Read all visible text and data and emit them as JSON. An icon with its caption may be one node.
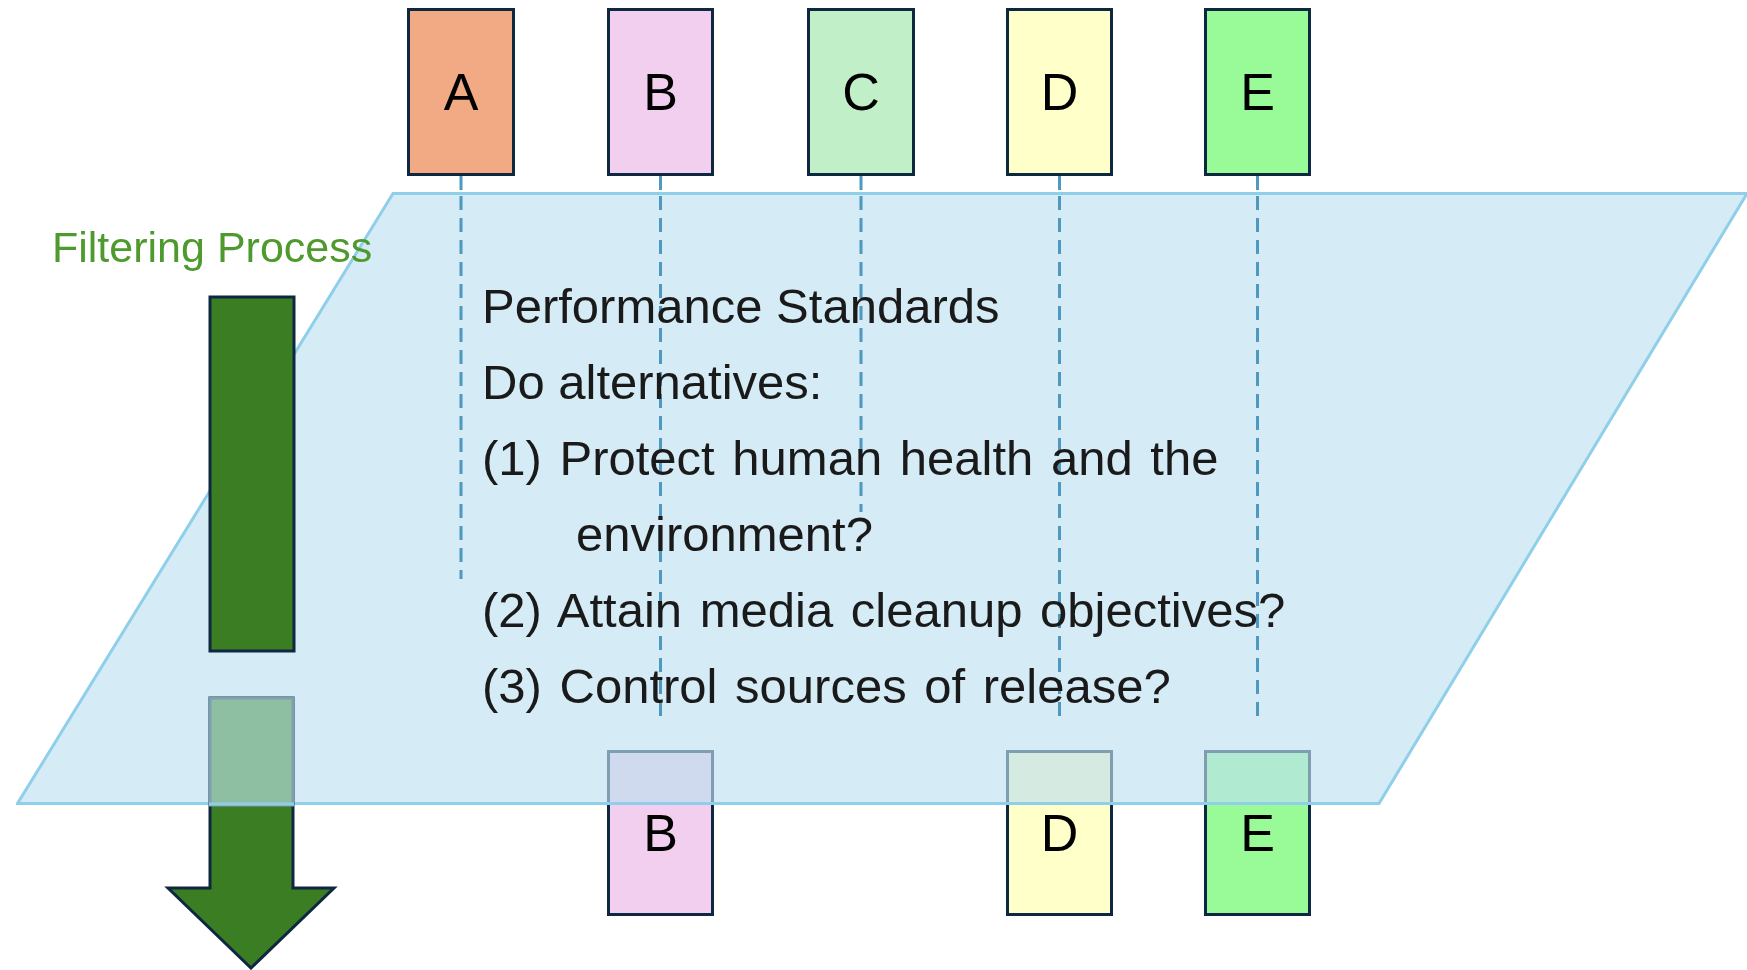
{
  "diagram": {
    "nodes": [
      {
        "text": [
          "A"
        ]
      },
      {
        "text": [
          "B"
        ]
      },
      {
        "text": [
          "C"
        ]
      },
      {
        "text": [
          "D"
        ]
      },
      {
        "text": [
          "E"
        ]
      },
      {
        "text": [
          "Performance Standards",
          "Do alternatives:",
          "(1) Protect human health and the environment?",
          "(2) Attain media cleanup objectives?",
          "(3) Control sources of release?"
        ]
      },
      {
        "text": [
          "B"
        ]
      },
      {
        "text": [
          "D"
        ]
      },
      {
        "text": [
          "E"
        ]
      }
    ],
    "edges": [
      {
        "from": 0,
        "to": 5,
        "arrow": "none",
        "style": "dashed"
      },
      {
        "from": 1,
        "to": 5,
        "arrow": "none",
        "style": "dashed"
      },
      {
        "from": 2,
        "to": 5,
        "arrow": "none",
        "style": "dashed"
      },
      {
        "from": 3,
        "to": 5,
        "arrow": "none",
        "style": "dashed"
      },
      {
        "from": 4,
        "to": 5,
        "arrow": "none",
        "style": "dashed"
      }
    ],
    "labels": [
      "Filtering Process"
    ]
  }
}
